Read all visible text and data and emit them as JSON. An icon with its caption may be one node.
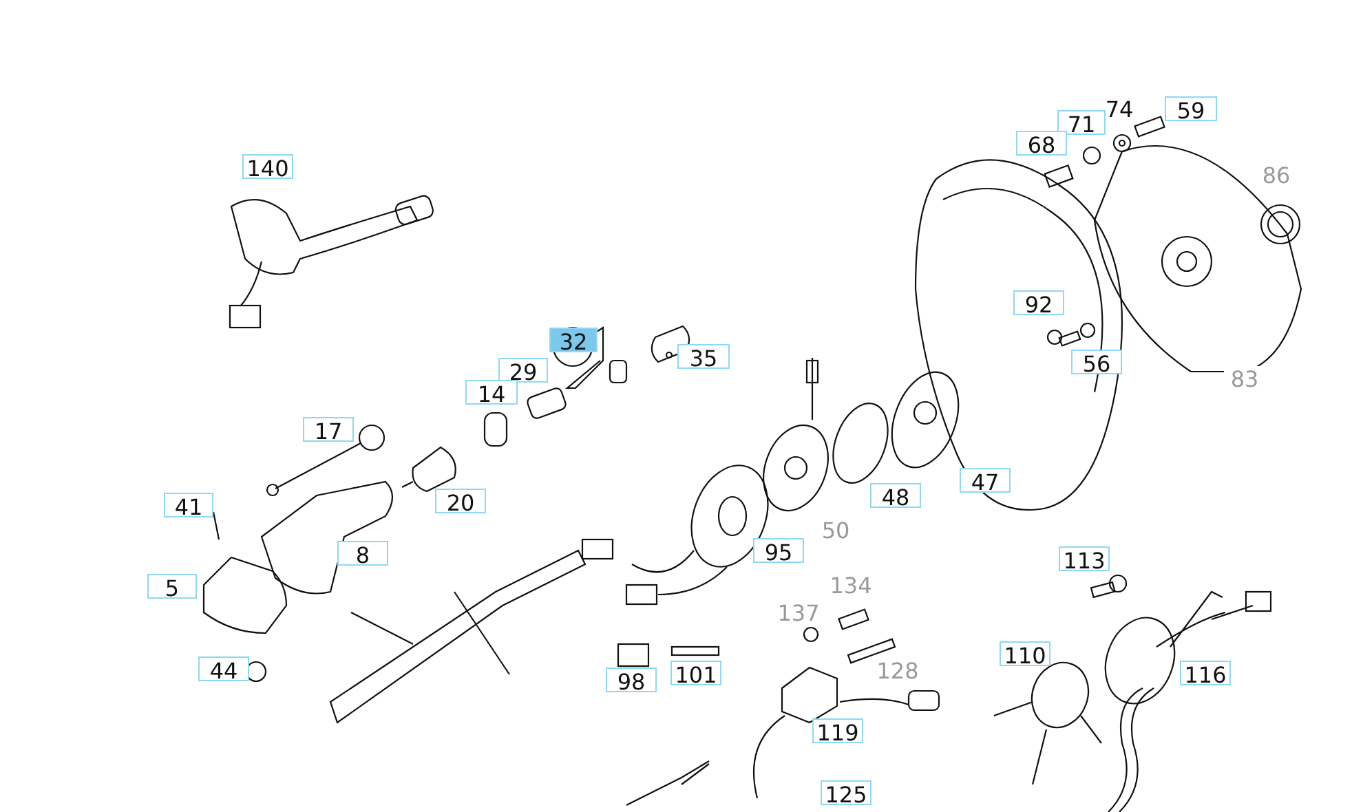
{
  "diagram": {
    "labels": [
      "74",
      "59",
      "71",
      "68",
      "140",
      "86",
      "92",
      "32",
      "35",
      "29",
      "56",
      "83",
      "14",
      "17",
      "20",
      "47",
      "48",
      "41",
      "50",
      "8",
      "95",
      "5",
      "113",
      "134",
      "137",
      "44",
      "98",
      "101",
      "128",
      "110",
      "116",
      "119",
      "125"
    ]
  }
}
